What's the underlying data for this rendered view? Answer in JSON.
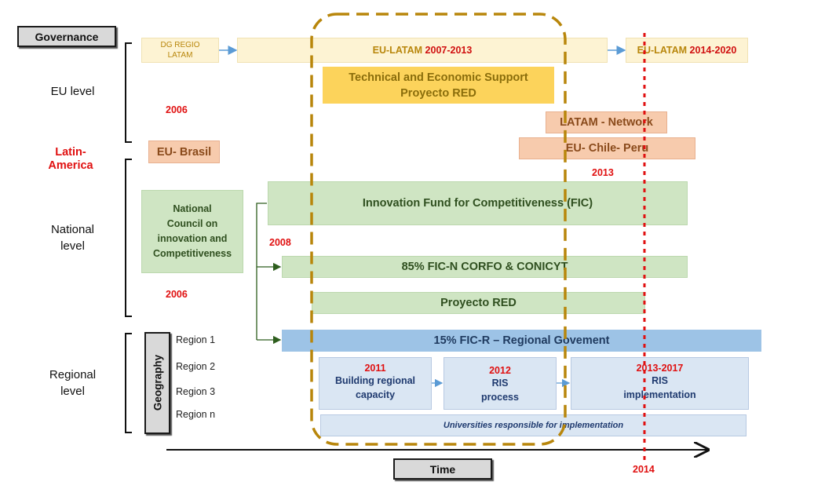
{
  "labels": {
    "governance": "Governance",
    "time": "Time",
    "eu_level": "EU level",
    "latin_america": "Latin-\nAmerica",
    "national_level": "National\nlevel",
    "regional_level": "Regional\nlevel",
    "geography": "Geography"
  },
  "regions": [
    "Region 1",
    "Region 2",
    "Region 3",
    "Region n"
  ],
  "boxes": {
    "dg_regio": "DG REGIO\nLATAM",
    "eu_latam_1_prefix": "EU-LATAM ",
    "eu_latam_1_years": "2007-2013",
    "eu_latam_2_prefix": "EU-LATAM ",
    "eu_latam_2_years": "2014-2020",
    "tech_support": "Technical and Economic Support\nProyecto RED",
    "latam_network": "LATAM - Network",
    "eu_chile_peru": "EU- Chile- Peru",
    "eu_brasil": "EU- Brasil",
    "national_council": "National\nCouncil on\ninnovation and\nCompetitiveness",
    "fic": "Innovation Fund for Competitiveness (FIC)",
    "fic_n": "85% FIC-N CORFO & CONICYT",
    "proyecto_red": "Proyecto RED",
    "fic_r": "15% FIC-R – Regional Govement",
    "building_year": "2011",
    "building_text": "Building regional\ncapacity",
    "ris_process_year": "2012",
    "ris_process_text": "RIS\nprocess",
    "ris_impl_year": "2013-2017",
    "ris_impl_text": "RIS\nimplementation",
    "universities": "Universities responsible for implementation"
  },
  "years": {
    "y2006_eu": "2006",
    "y2013": "2013",
    "y2008": "2008",
    "y2006_nat": "2006",
    "y2014": "2014"
  },
  "colors": {
    "red_year": "#e01010",
    "cream": "#fdf3d3",
    "gold": "#fcd35b",
    "salmon": "#f7cbad",
    "green": "#cfe5c3",
    "blue": "#9dc3e6",
    "light_blue": "#dae6f3",
    "dashed_highlight": "#b8860b",
    "arrow_blue": "#5b9bd5",
    "arrow_green": "#2e5e1e"
  }
}
